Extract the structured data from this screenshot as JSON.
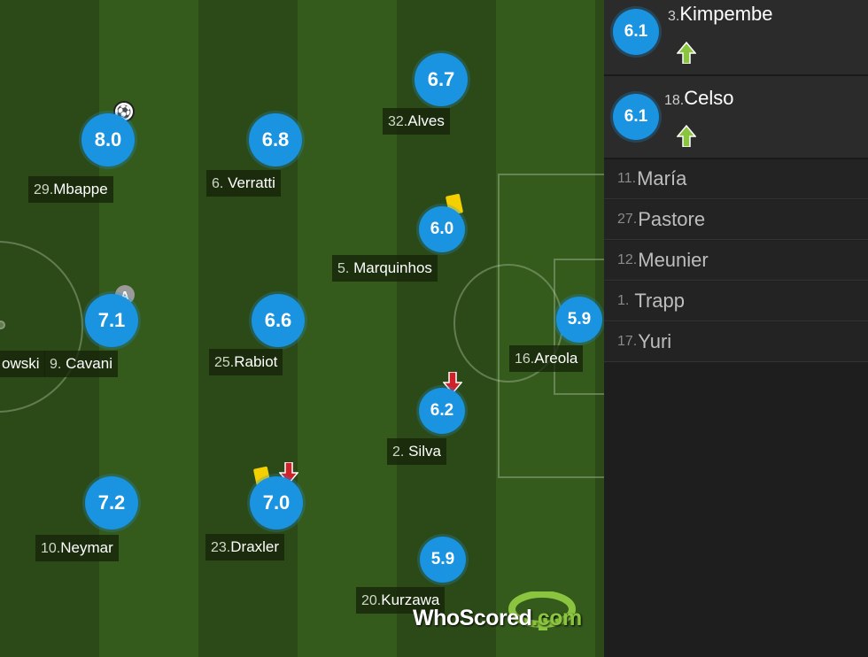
{
  "players": [
    {
      "id": "mbappe",
      "num": "29.",
      "name": "Mbappe",
      "rating": "8.0"
    },
    {
      "id": "verratti",
      "num": "6.",
      "name": "Verratti",
      "rating": "6.8"
    },
    {
      "id": "alves",
      "num": "32.",
      "name": "Alves",
      "rating": "6.7"
    },
    {
      "id": "marquinhos",
      "num": "5.",
      "name": "Marquinhos",
      "rating": "6.0"
    },
    {
      "id": "cavani",
      "num": "9.",
      "name": "Cavani",
      "rating": "7.1"
    },
    {
      "id": "rabiot",
      "num": "25.",
      "name": "Rabiot",
      "rating": "6.6"
    },
    {
      "id": "areola",
      "num": "16.",
      "name": "Areola",
      "rating": "5.9"
    },
    {
      "id": "silva",
      "num": "2.",
      "name": "Silva",
      "rating": "6.2"
    },
    {
      "id": "neymar",
      "num": "10.",
      "name": "Neymar",
      "rating": "7.2"
    },
    {
      "id": "draxler",
      "num": "23.",
      "name": "Draxler",
      "rating": "7.0"
    },
    {
      "id": "kurzawa",
      "num": "20.",
      "name": "Kurzawa",
      "rating": "5.9"
    }
  ],
  "partial_player": {
    "name": "owski"
  },
  "captain_label": "A",
  "subs_in": [
    {
      "num": "3.",
      "name": "Kimpembe",
      "rating": "6.1"
    },
    {
      "num": "18.",
      "name": "Celso",
      "rating": "6.1"
    }
  ],
  "bench": [
    {
      "num": "11.",
      "name": "María"
    },
    {
      "num": "27.",
      "name": "Pastore"
    },
    {
      "num": "12.",
      "name": "Meunier"
    },
    {
      "num": "1.",
      "name": "Trapp"
    },
    {
      "num": "17.",
      "name": "Yuri"
    }
  ],
  "branding": {
    "who": "WhoScored",
    "dot": ".com"
  },
  "colors": {
    "rating_bg": "#1a93e0",
    "pitch_dark": "#2c4a17",
    "pitch_light": "#345a1c",
    "sub_in_arrow": "#8bc53f",
    "sub_out_arrow": "#d0202a",
    "yellow_card": "#f5d000"
  },
  "icons": [
    "goal-ball-icon",
    "captain-icon",
    "yellow-card-icon",
    "sub-out-arrow-icon",
    "sub-in-arrow-icon"
  ]
}
